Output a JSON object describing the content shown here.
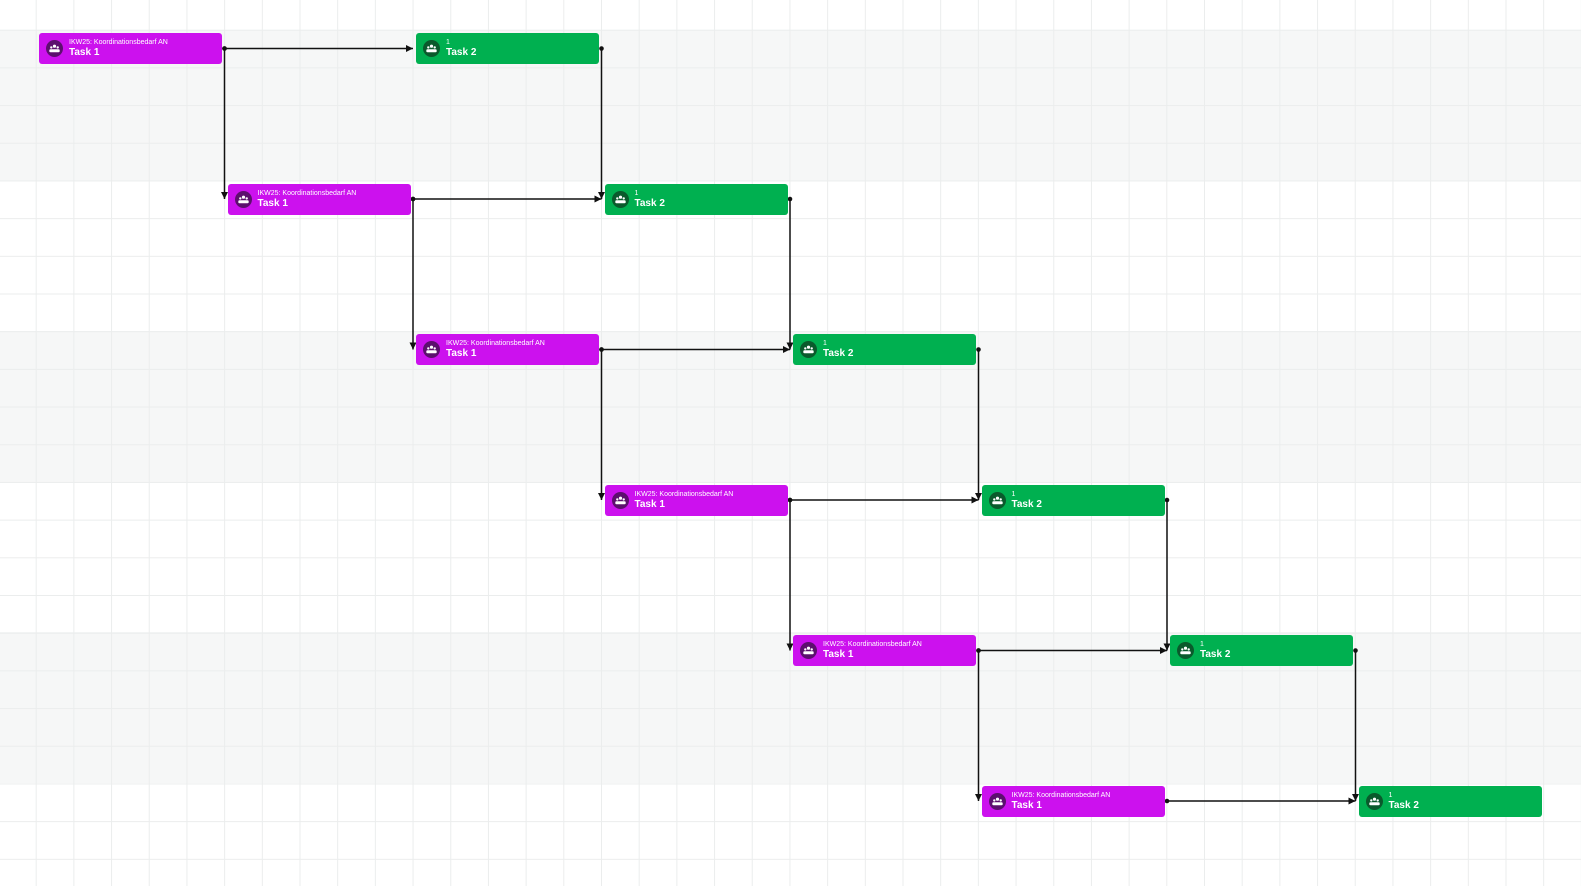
{
  "colors": {
    "task1": "#cc11ee",
    "task1_icon": "#5c0f6e",
    "task2": "#00b050",
    "task2_icon": "#0a5a2c",
    "link": "#111111"
  },
  "icon_name": "group-icon",
  "tasks": [
    {
      "type": "task1",
      "subtitle": "IKW25: Koordinationsbedarf AN",
      "name": "Task 1"
    },
    {
      "type": "task2",
      "subtitle": "1",
      "name": "Task 2"
    },
    {
      "type": "task1",
      "subtitle": "IKW25: Koordinationsbedarf AN",
      "name": "Task 1"
    },
    {
      "type": "task2",
      "subtitle": "1",
      "name": "Task 2"
    },
    {
      "type": "task1",
      "subtitle": "IKW25: Koordinationsbedarf AN",
      "name": "Task 1"
    },
    {
      "type": "task2",
      "subtitle": "1",
      "name": "Task 2"
    },
    {
      "type": "task1",
      "subtitle": "IKW25: Koordinationsbedarf AN",
      "name": "Task 1"
    },
    {
      "type": "task2",
      "subtitle": "1",
      "name": "Task 2"
    },
    {
      "type": "task1",
      "subtitle": "IKW25: Koordinationsbedarf AN",
      "name": "Task 1"
    },
    {
      "type": "task2",
      "subtitle": "1",
      "name": "Task 2"
    },
    {
      "type": "task1",
      "subtitle": "IKW25: Koordinationsbedarf AN",
      "name": "Task 1"
    },
    {
      "type": "task2",
      "subtitle": "1",
      "name": "Task 2"
    }
  ],
  "links": [
    {
      "from": 0,
      "to": 1,
      "kind": "right"
    },
    {
      "from": 0,
      "to": 2,
      "kind": "down"
    },
    {
      "from": 1,
      "to": 3,
      "kind": "down"
    },
    {
      "from": 2,
      "to": 3,
      "kind": "right"
    },
    {
      "from": 2,
      "to": 4,
      "kind": "down"
    },
    {
      "from": 3,
      "to": 5,
      "kind": "down"
    },
    {
      "from": 4,
      "to": 5,
      "kind": "right"
    },
    {
      "from": 4,
      "to": 6,
      "kind": "down"
    },
    {
      "from": 5,
      "to": 7,
      "kind": "down"
    },
    {
      "from": 6,
      "to": 7,
      "kind": "right"
    },
    {
      "from": 6,
      "to": 8,
      "kind": "down"
    },
    {
      "from": 7,
      "to": 9,
      "kind": "down"
    },
    {
      "from": 8,
      "to": 9,
      "kind": "right"
    },
    {
      "from": 8,
      "to": 10,
      "kind": "down"
    },
    {
      "from": 9,
      "to": 11,
      "kind": "down"
    },
    {
      "from": 10,
      "to": 11,
      "kind": "right"
    }
  ]
}
